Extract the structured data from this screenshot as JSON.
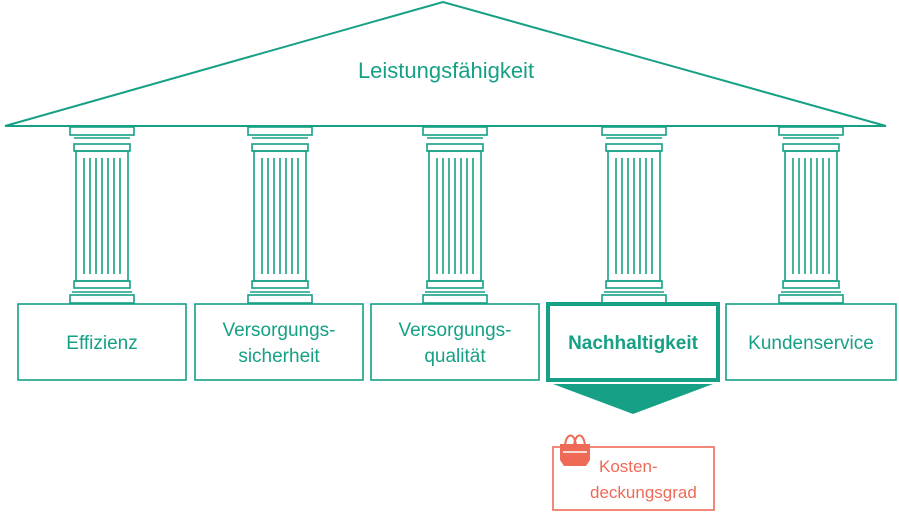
{
  "colors": {
    "primary": "#16a085",
    "accent": "#ef6a56",
    "background": "#ffffff"
  },
  "roof": {
    "label": "Leistungsfähigkeit"
  },
  "pillars": [
    {
      "lines": [
        "Effizienz"
      ],
      "highlighted": false
    },
    {
      "lines": [
        "Versorgungs-",
        "sicherheit"
      ],
      "highlighted": false
    },
    {
      "lines": [
        "Versorgungs-",
        "qualität"
      ],
      "highlighted": false
    },
    {
      "lines": [
        "Nachhaltigkeit"
      ],
      "highlighted": true
    },
    {
      "lines": [
        "Kundenservice"
      ],
      "highlighted": false
    }
  ],
  "note": {
    "icon": "binder-clip-icon",
    "lines": [
      "Kosten-",
      "deckungsgrad"
    ]
  }
}
